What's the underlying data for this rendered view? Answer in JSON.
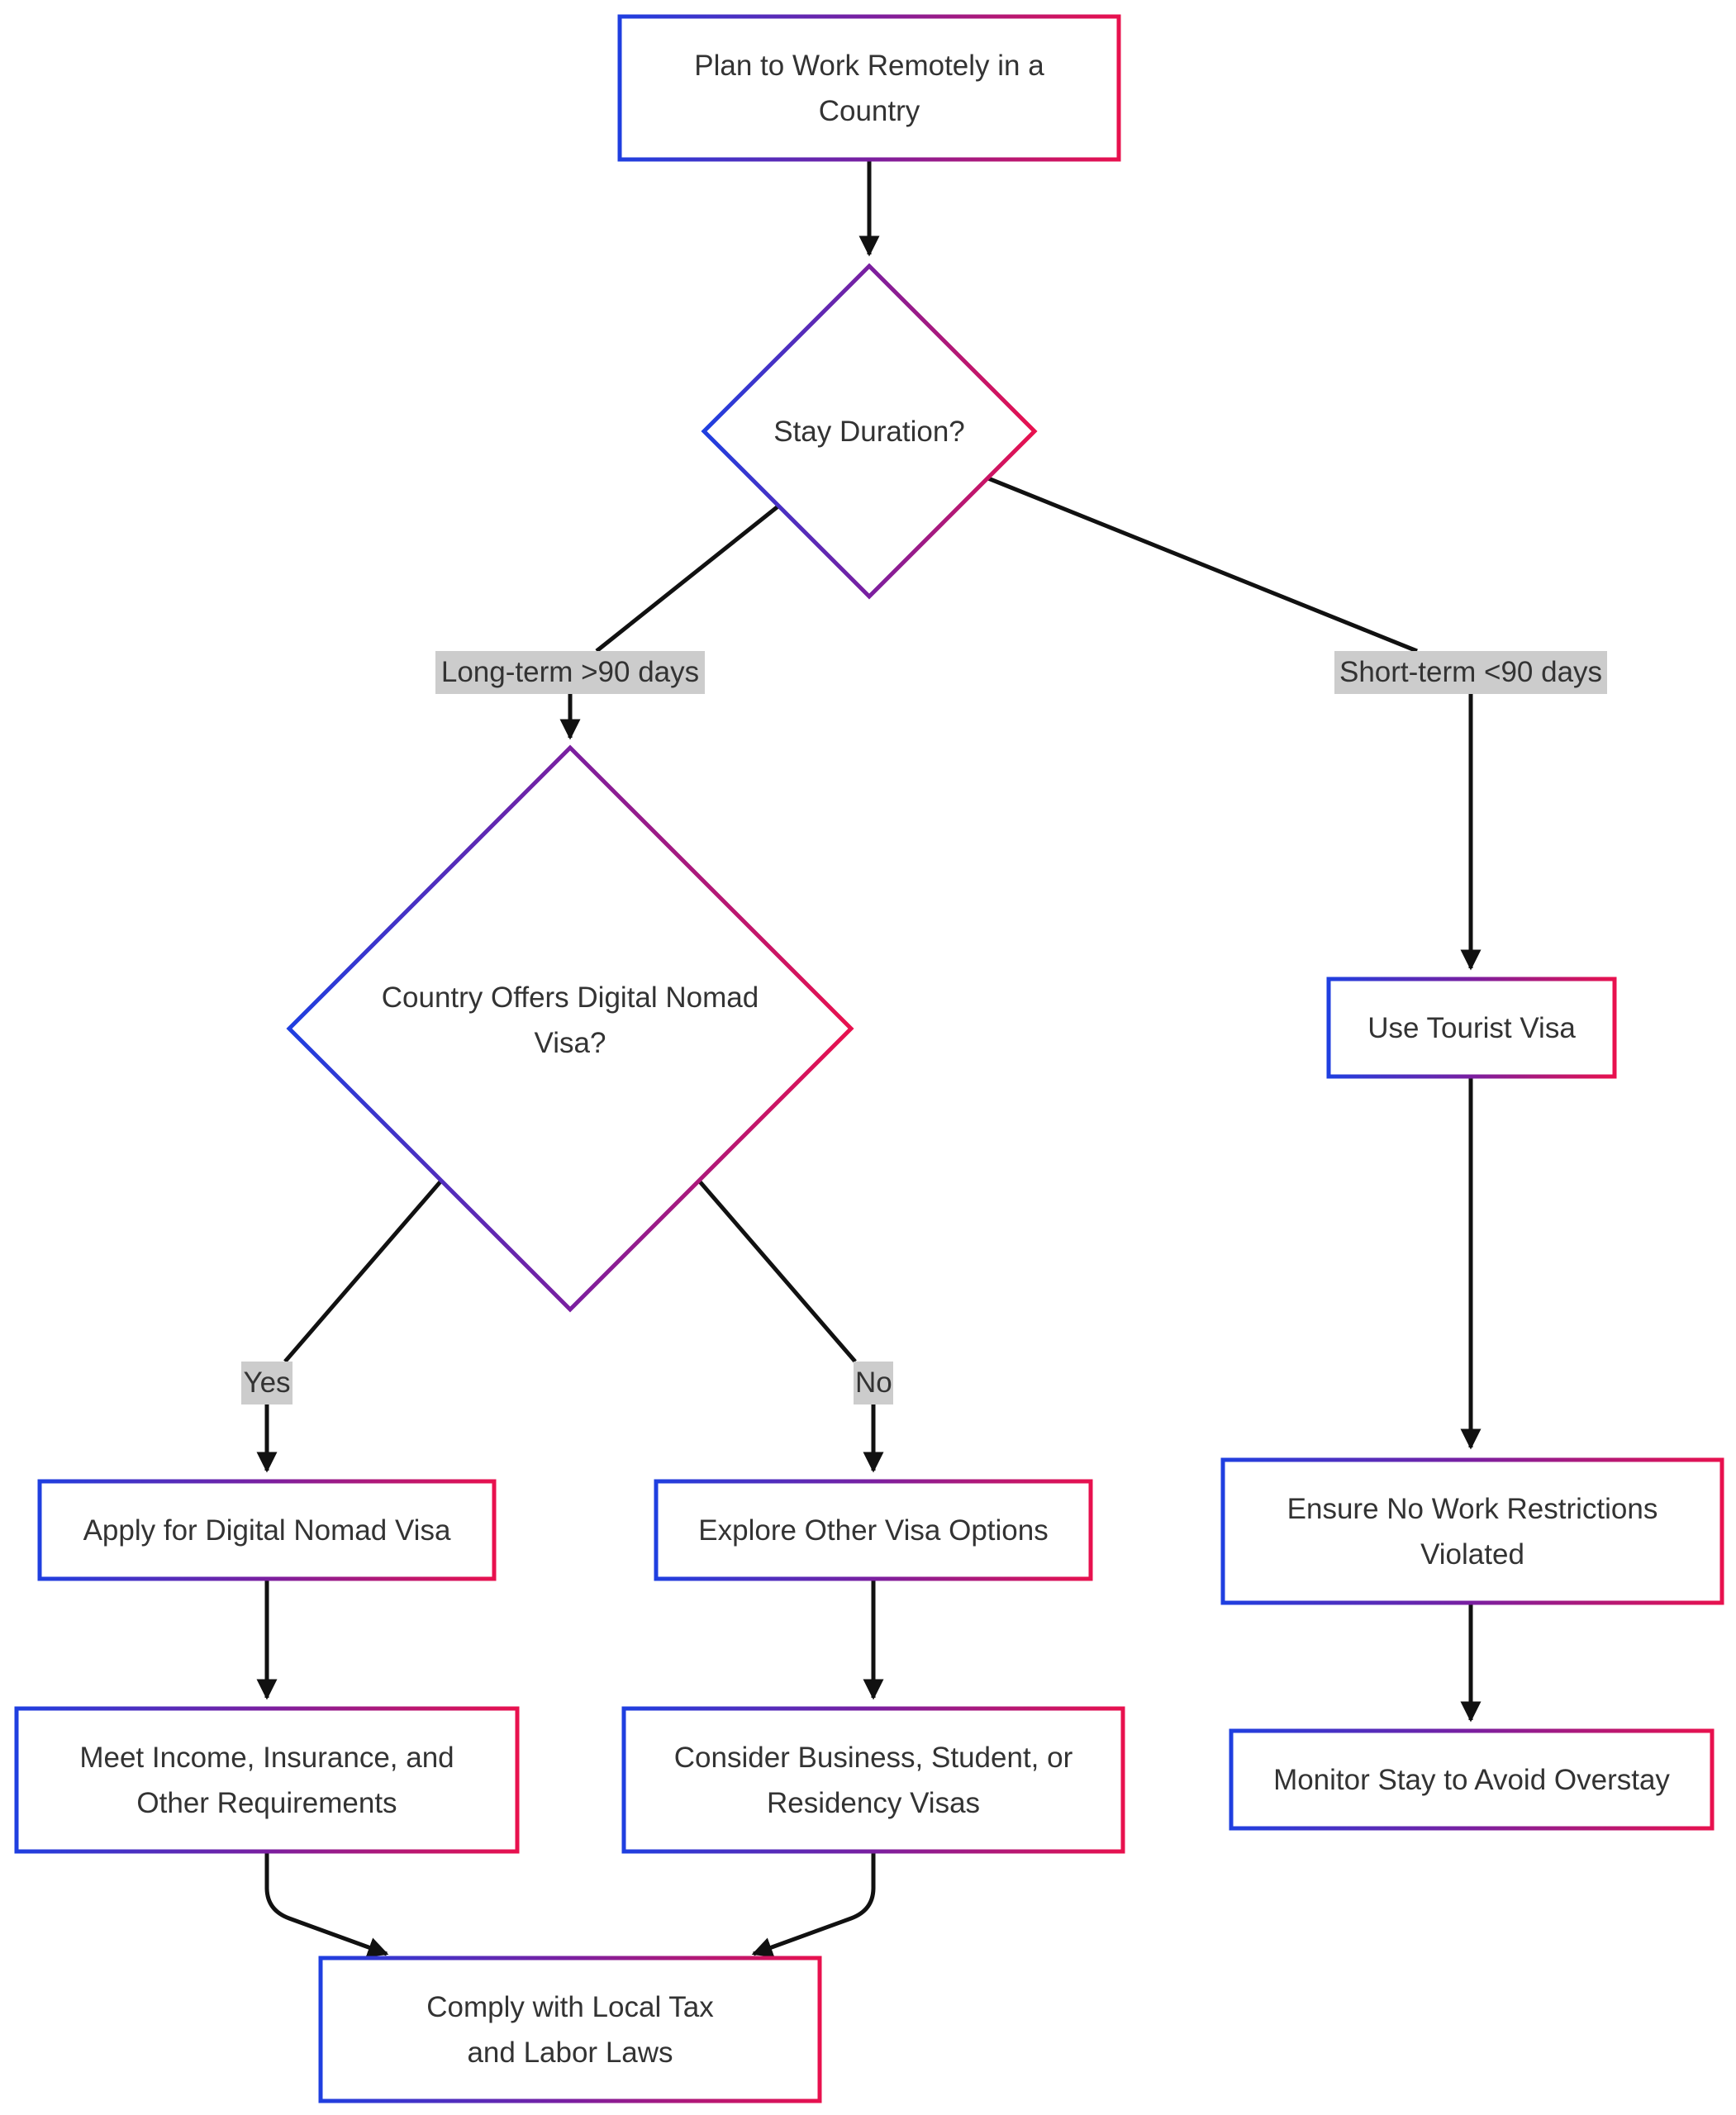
{
  "colors": {
    "gradient_start": "#1f3fe0",
    "gradient_mid": "#7a1fa0",
    "gradient_end": "#e8114e",
    "edge": "#111111",
    "edge_label_bg": "#cccccc",
    "text": "#333333"
  },
  "nodes": {
    "start": "Plan to Work Remotely in a Country",
    "stay_duration": "Stay Duration?",
    "digital_nomad_q": "Country Offers Digital Nomad Visa?",
    "apply_dnv": "Apply for Digital Nomad Visa",
    "explore_other": "Explore Other Visa Options",
    "meet_requirements": "Meet Income, Insurance, and Other Requirements",
    "consider_visas": "Consider Business, Student, or Residency Visas",
    "comply": "Comply with Local Tax and Labor Laws",
    "tourist_visa": "Use Tourist Visa",
    "ensure_no_work": "Ensure No Work Restrictions Violated",
    "monitor_stay": "Monitor Stay to Avoid Overstay"
  },
  "edge_labels": {
    "long_term": "Long-term >90 days",
    "short_term": "Short-term <90 days",
    "yes": "Yes",
    "no": "No"
  }
}
